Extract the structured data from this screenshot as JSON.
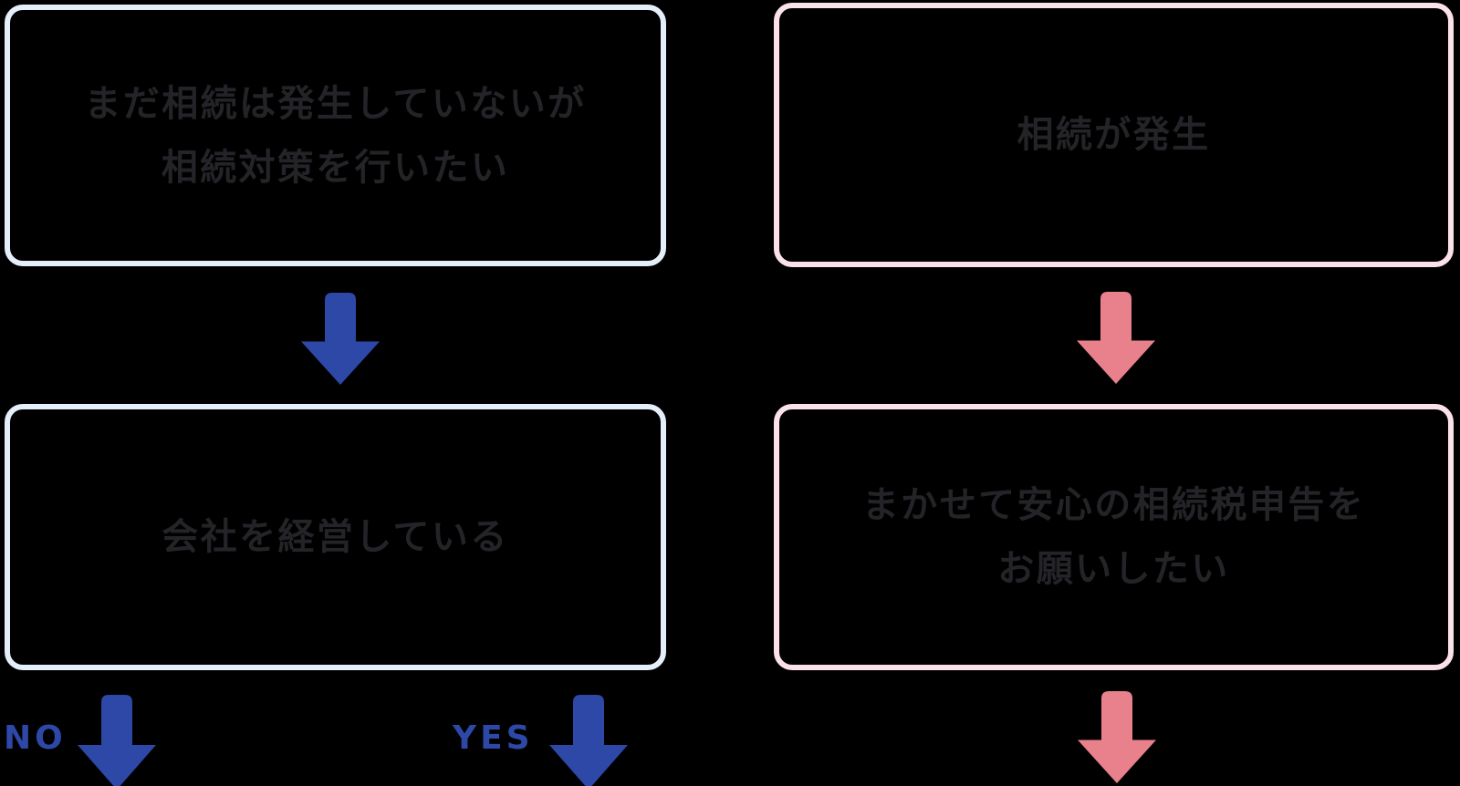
{
  "diagram": {
    "left_column": {
      "top_box": {
        "line1": "まだ相続は発生していないが",
        "line2": "相続対策を行いたい"
      },
      "middle_box": {
        "line1": "会社を経営している"
      },
      "no_label": "NO",
      "yes_label": "YES"
    },
    "right_column": {
      "top_box": {
        "line1": "相続が発生"
      },
      "middle_box": {
        "line1": "まかせて安心の相続税申告を",
        "line2": "お願いしたい"
      }
    }
  },
  "palette": {
    "background": "#000000",
    "blue_box_border": "#e5effa",
    "pink_box_border": "#fbe2e8",
    "blue_arrow": "#2d48a7",
    "pink_arrow": "#e8818b",
    "box_text": "#242428"
  }
}
